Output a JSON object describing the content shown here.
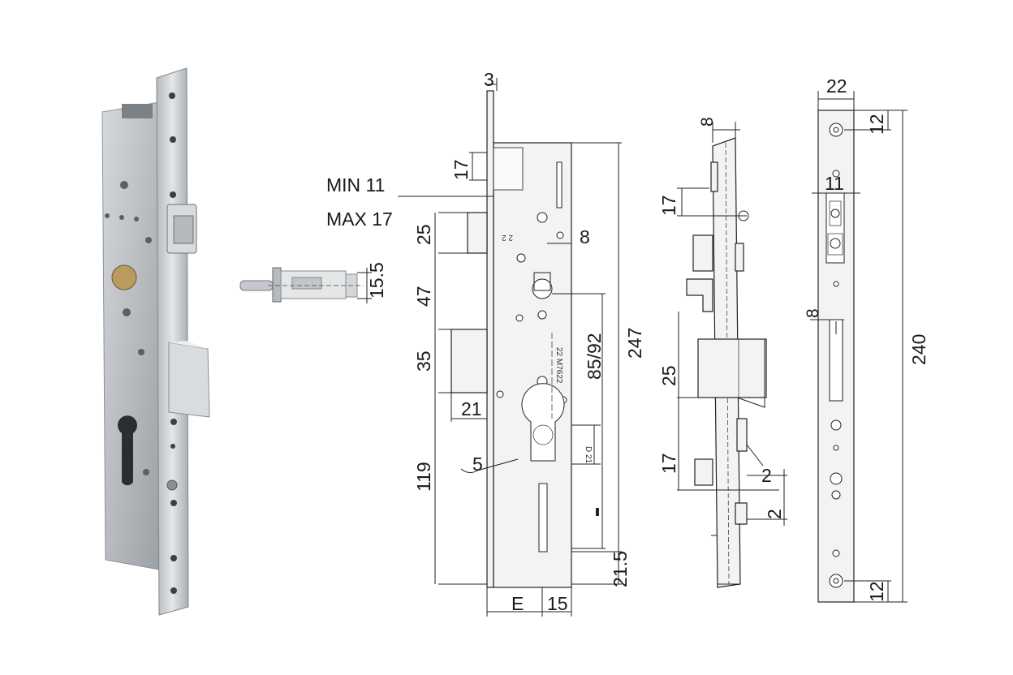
{
  "labels": {
    "min": "MIN 11",
    "max": "MAX 17",
    "bolt_height": "15.5",
    "top_3": "3",
    "d17_top": "17",
    "d25": "25",
    "d8_center": "8",
    "d47": "47",
    "d35": "35",
    "d85_92": "85/92",
    "d247": "247",
    "d21": "21",
    "d5": "5",
    "d119": "119",
    "d21_5": "21.5",
    "E": "E",
    "d15": "15",
    "d8_side": "8",
    "d17_side": "17",
    "d25_side": "25",
    "d17_side2": "17",
    "d2a": "2",
    "d2b": "2",
    "d22": "22",
    "d12_top": "12",
    "d11": "11",
    "d8_plate": "8",
    "d240": "240",
    "d12_bottom": "12",
    "stamp_a": "22 M7622",
    "stamp_b": "2 2",
    "stamp_c": "D 21"
  },
  "colors": {
    "photo_steel": "#c9cdd1",
    "photo_steel_dark": "#9ea3a8",
    "line": "#222222"
  },
  "icons": [
    "lock-photo",
    "latch-bolt-photo"
  ]
}
